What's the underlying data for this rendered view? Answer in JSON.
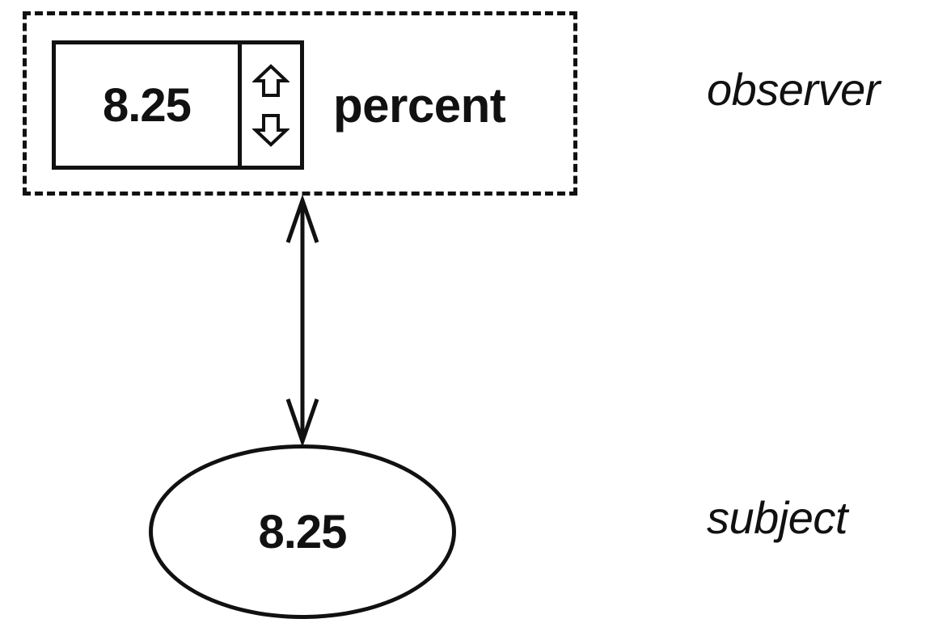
{
  "observer": {
    "value": "8.25",
    "unit": "percent",
    "role_label": "observer",
    "up_icon": "arrow-up-outline-icon",
    "down_icon": "arrow-down-outline-icon"
  },
  "subject": {
    "value": "8.25",
    "role_label": "subject"
  },
  "connector": {
    "type": "bidirectional-arrow"
  }
}
